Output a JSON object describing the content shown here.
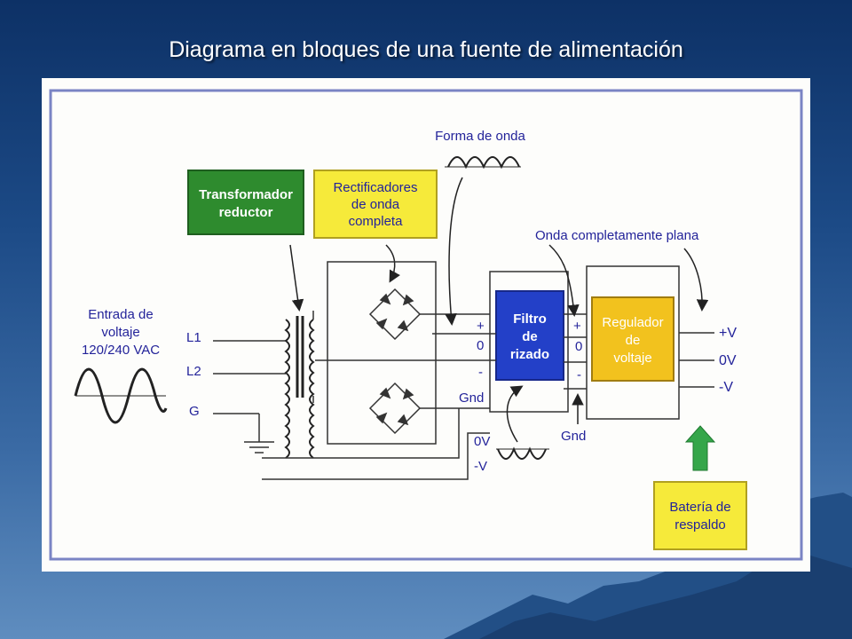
{
  "slide": {
    "title": "Diagrama en bloques de una fuente de alimentación"
  },
  "diagram": {
    "input": {
      "label_lines": [
        "Entrada de",
        "voltaje",
        "120/240 VAC"
      ],
      "terminals": [
        "L1",
        "L2",
        "G"
      ]
    },
    "transformer_box": {
      "lines": [
        "Transformador",
        "reductor"
      ]
    },
    "rectifier_box": {
      "lines": [
        "Rectificadores",
        "de onda",
        "completa"
      ]
    },
    "waveform_label": "Forma de onda",
    "filter_box": {
      "lines": [
        "Filtro",
        "de",
        "rizado"
      ]
    },
    "filter_pins": [
      "+",
      "0",
      "-",
      "Gnd"
    ],
    "regulator_box": {
      "lines": [
        "Regulador",
        "de",
        "voltaje"
      ]
    },
    "regulator_pins": [
      "+",
      "0",
      "-"
    ],
    "regulator_gnd_label": "Gnd",
    "flat_wave_label": "Onda completamente plana",
    "outputs": [
      "+V",
      "0V",
      "-V"
    ],
    "lower_wave_labels": [
      "0V",
      "-V"
    ],
    "battery_box": {
      "lines": [
        "Batería de",
        "respaldo"
      ]
    },
    "colors": {
      "panel_border": "#7a84c4",
      "transformer_fill": "#2e8b2e",
      "rectifier_fill": "#f6ea3a",
      "filter_fill": "#2340c8",
      "regulator_fill": "#f2c21e",
      "battery_fill": "#f6ea3a",
      "arrow_green": "#35a64a",
      "label_blue": "#23239a"
    }
  }
}
